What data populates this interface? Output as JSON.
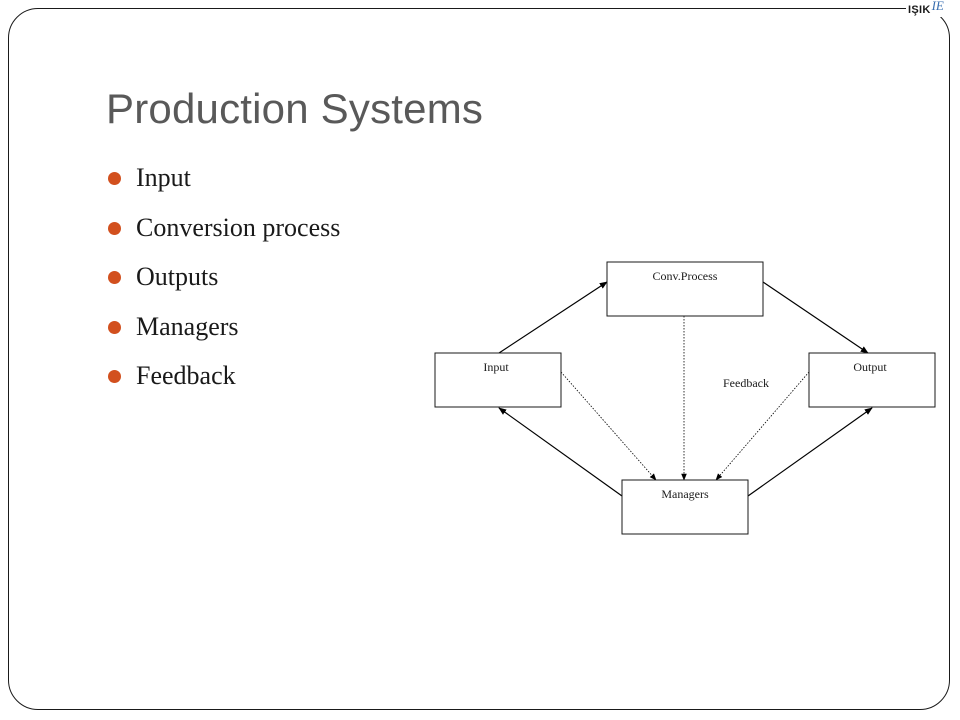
{
  "logo": {
    "text": "IŞIK",
    "suffix": "IE"
  },
  "title": "Production Systems",
  "bullets": [
    "Input",
    "Conversion process",
    "Outputs",
    "Managers",
    "Feedback"
  ],
  "diagram": {
    "boxes": {
      "conv_process": "Conv.Process",
      "input": "Input",
      "output": "Output",
      "managers": "Managers"
    },
    "feedback_label": "Feedback"
  },
  "colors": {
    "bullet": "#d2501e",
    "title": "#595959",
    "logo_accent": "#3a6fb0"
  }
}
